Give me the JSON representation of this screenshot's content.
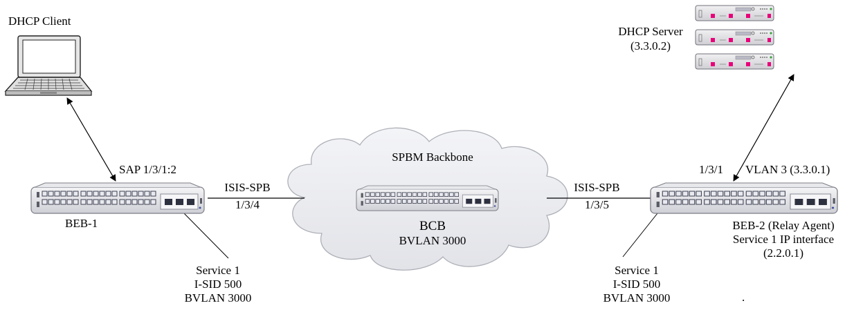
{
  "client": {
    "label": "DHCP Client"
  },
  "server": {
    "label": "DHCP Server",
    "address": "(3.3.0.2)"
  },
  "beb1": {
    "name": "BEB-1",
    "sap": "SAP 1/3/1:2",
    "uplink_protocol": "ISIS-SPB",
    "uplink_port": "1/3/4",
    "service": [
      "Service 1",
      "I-SID 500",
      "BVLAN 3000"
    ]
  },
  "bcb": {
    "name": "BCB",
    "bvlan": "BVLAN 3000",
    "cloud_label": "SPBM Backbone"
  },
  "beb2": {
    "port": "1/3/1",
    "vlan": "VLAN 3 (3.3.0.1)",
    "uplink_protocol": "ISIS-SPB",
    "uplink_port": "1/3/5",
    "desc": [
      "BEB-2 (Relay Agent)",
      "Service 1 IP interface",
      "(2.2.0.1)"
    ],
    "service": [
      "Service 1",
      "I-SID 500",
      "BVLAN 3000"
    ]
  },
  "trailing_mark": "."
}
